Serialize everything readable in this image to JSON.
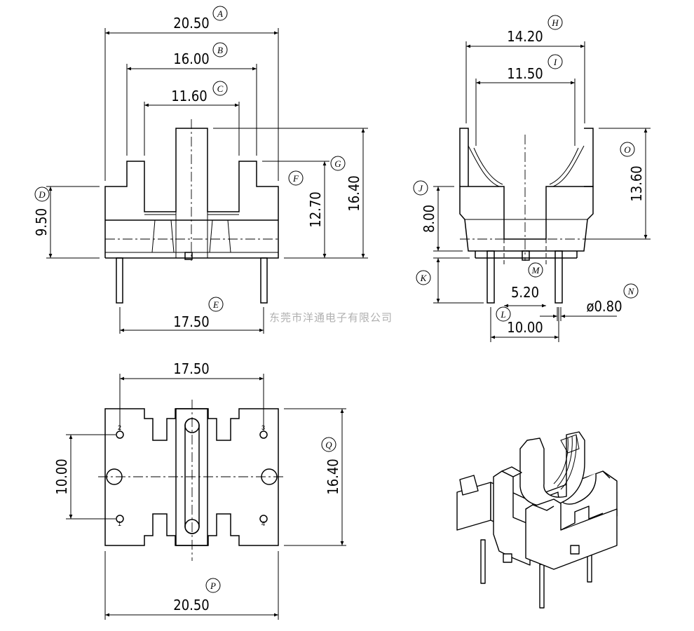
{
  "watermark": "东莞市洋通电子有限公司",
  "dimensions": {
    "A": "20.50",
    "B": "16.00",
    "C": "11.60",
    "D": "9.50",
    "E": "17.50",
    "F": "12.70",
    "G": "16.40",
    "H": "14.20",
    "I": "11.50",
    "J": "8.00",
    "K": "",
    "L": "10.00",
    "M": "5.20",
    "N": "ø0.80",
    "O": "13.60",
    "P": "20.50",
    "Q": "16.40",
    "R": "17.50",
    "S": "10.00"
  },
  "balloons": {
    "A": "A",
    "B": "B",
    "C": "C",
    "D": "D",
    "E": "E",
    "F": "F",
    "G": "G",
    "H": "H",
    "I": "I",
    "J": "J",
    "K": "K",
    "L": "L",
    "M": "M",
    "N": "N",
    "O": "O",
    "P": "P",
    "Q": "Q"
  },
  "pins": {
    "p1": "1",
    "p2": "2",
    "p3": "3",
    "p4": "4"
  }
}
